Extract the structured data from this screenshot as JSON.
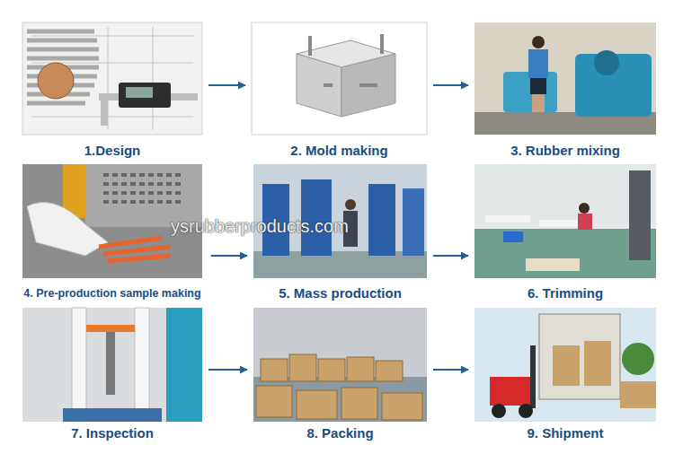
{
  "diagram": {
    "nodes": [
      {
        "text": [
          "1.Design"
        ]
      },
      {
        "text": [
          "2. Mold making"
        ]
      },
      {
        "text": [
          "3. Rubber mixing"
        ]
      },
      {
        "text": [
          "4. Pre-production sample making"
        ]
      },
      {
        "text": [
          "5. Mass production"
        ]
      },
      {
        "text": [
          "6. Trimming"
        ]
      },
      {
        "text": [
          "7. Inspection"
        ]
      },
      {
        "text": [
          "8. Packing"
        ]
      },
      {
        "text": [
          "9. Shipment"
        ]
      }
    ],
    "edges": [
      {
        "from": 0,
        "to": 1,
        "arrow": "to"
      },
      {
        "from": 1,
        "to": 2,
        "arrow": "to"
      },
      {
        "from": 3,
        "to": 4,
        "arrow": "to"
      },
      {
        "from": 4,
        "to": 5,
        "arrow": "to"
      },
      {
        "from": 6,
        "to": 7,
        "arrow": "to"
      },
      {
        "from": 7,
        "to": 8,
        "arrow": "to"
      }
    ],
    "labels": [
      "ysrubberproducts.com"
    ]
  }
}
